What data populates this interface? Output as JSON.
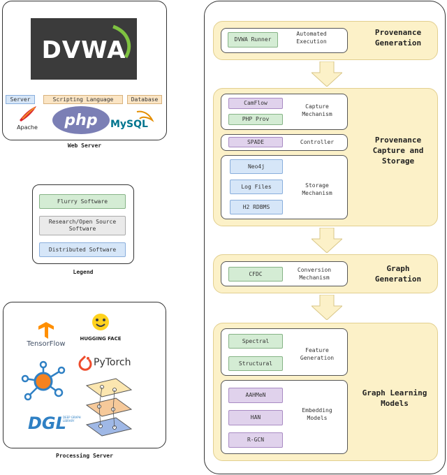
{
  "web_server": {
    "logo_text": "DVWA",
    "tags": {
      "server": "Server",
      "scripting": "Scripting Language",
      "database": "Database"
    },
    "logos": {
      "apache": "Apache",
      "php": "php",
      "mysql": "MySQL"
    },
    "caption": "Web Server"
  },
  "legend": {
    "items": [
      "Flurry Software",
      "Research/Open Source Software",
      "Distributed Software"
    ],
    "caption": "Legend"
  },
  "processing_server": {
    "logos": {
      "tensorflow": "TensorFlow",
      "huggingface": "HUGGING FACE",
      "pytorch": "PyTorch",
      "dgl": "DGL",
      "dgl_sub": "DEEP GRAPH LIBRARY"
    },
    "caption": "Processing Server"
  },
  "pipeline": {
    "stage1": {
      "title": "Provenance Generation",
      "chip": "DVWA Runner",
      "label": "Automated Execution"
    },
    "stage2": {
      "title": "Provenance Capture and Storage",
      "capture": {
        "chips": [
          "CamFlow",
          "PHP Prov"
        ],
        "label": "Capture Mechanism"
      },
      "controller": {
        "chip": "SPADE",
        "label": "Controller"
      },
      "storage": {
        "chips": [
          "Neo4j",
          "Log Files",
          "H2 RDBMS"
        ],
        "label": "Storage Mechanism"
      }
    },
    "stage3": {
      "title": "Graph Generation",
      "chip": "CFDC",
      "label": "Conversion Mechanism"
    },
    "stage4": {
      "title": "Graph Learning Models",
      "feature": {
        "chips": [
          "Spectral",
          "Structural"
        ],
        "label": "Feature Generation"
      },
      "embedding": {
        "chips": [
          "AAHMeN",
          "HAN",
          "R-GCN"
        ],
        "label": "Embedding Models"
      }
    }
  }
}
